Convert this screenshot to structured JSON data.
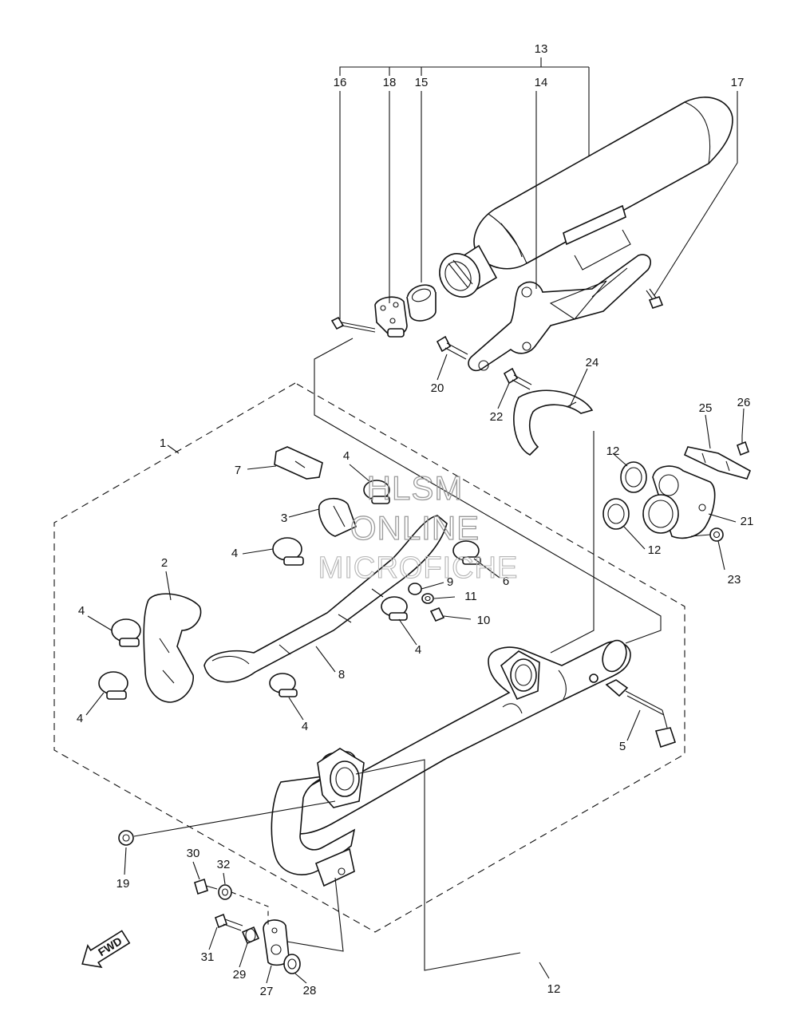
{
  "callouts": [
    {
      "id": "c1",
      "label": "1"
    },
    {
      "id": "c2",
      "label": "2"
    },
    {
      "id": "c3",
      "label": "3"
    },
    {
      "id": "c4a",
      "label": "4"
    },
    {
      "id": "c4b",
      "label": "4"
    },
    {
      "id": "c4c",
      "label": "4"
    },
    {
      "id": "c4d",
      "label": "4"
    },
    {
      "id": "c4e",
      "label": "4"
    },
    {
      "id": "c4f",
      "label": "4"
    },
    {
      "id": "c5",
      "label": "5"
    },
    {
      "id": "c6",
      "label": "6"
    },
    {
      "id": "c7",
      "label": "7"
    },
    {
      "id": "c8",
      "label": "8"
    },
    {
      "id": "c9",
      "label": "9"
    },
    {
      "id": "c10",
      "label": "10"
    },
    {
      "id": "c11",
      "label": "11"
    },
    {
      "id": "c12a",
      "label": "12"
    },
    {
      "id": "c12b",
      "label": "12"
    },
    {
      "id": "c12c",
      "label": "12"
    },
    {
      "id": "c13",
      "label": "13"
    },
    {
      "id": "c14",
      "label": "14"
    },
    {
      "id": "c15",
      "label": "15"
    },
    {
      "id": "c16",
      "label": "16"
    },
    {
      "id": "c17",
      "label": "17"
    },
    {
      "id": "c18",
      "label": "18"
    },
    {
      "id": "c19",
      "label": "19"
    },
    {
      "id": "c20",
      "label": "20"
    },
    {
      "id": "c21",
      "label": "21"
    },
    {
      "id": "c22",
      "label": "22"
    },
    {
      "id": "c23",
      "label": "23"
    },
    {
      "id": "c24",
      "label": "24"
    },
    {
      "id": "c25",
      "label": "25"
    },
    {
      "id": "c26",
      "label": "26"
    },
    {
      "id": "c27",
      "label": "27"
    },
    {
      "id": "c28",
      "label": "28"
    },
    {
      "id": "c29",
      "label": "29"
    },
    {
      "id": "c30",
      "label": "30"
    },
    {
      "id": "c31",
      "label": "31"
    },
    {
      "id": "c32",
      "label": "32"
    }
  ],
  "watermark": {
    "line1": "HLSM",
    "line2": "ONLINE",
    "line3": "MICROFICHE"
  },
  "direction_arrow": {
    "label": "FWD"
  },
  "colors": {
    "ink": "#111111",
    "paper": "#ffffff",
    "watermark": "#9a9a9a"
  }
}
